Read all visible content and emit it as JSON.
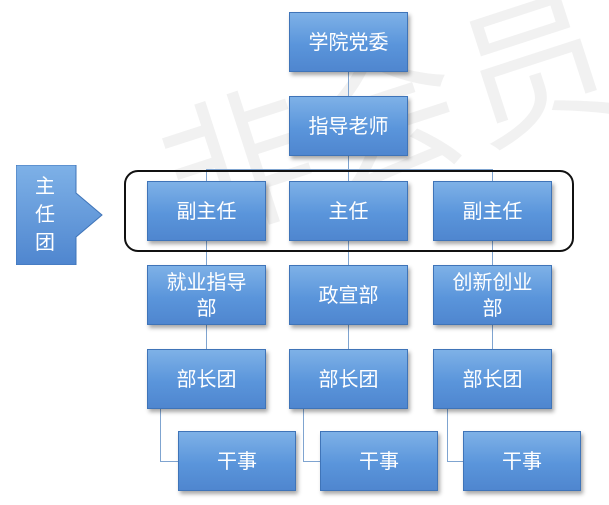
{
  "watermark": "非会员水印",
  "colors": {
    "node_fill": "#5a95db",
    "node_border": "#3f74b8",
    "connector": "#7fa4d0",
    "highlight_border": "#111111"
  },
  "top": {
    "party_committee": "学院党委",
    "advisor": "指导老师"
  },
  "side_label": "主\n任\n团",
  "presidium": [
    "副主任",
    "主任",
    "副主任"
  ],
  "departments": [
    "就业指导\n部",
    "政宣部",
    "创新创业\n部"
  ],
  "heads": [
    "部长团",
    "部长团",
    "部长团"
  ],
  "staff": [
    "干事",
    "干事",
    "干事"
  ]
}
